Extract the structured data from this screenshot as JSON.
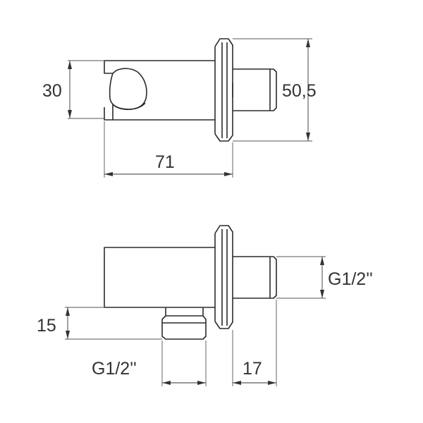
{
  "dimensions": {
    "top_height_left": "30",
    "top_height_right": "50,5",
    "top_length": "71",
    "bottom_height_left": "15",
    "bottom_thread_right": "G1/2''",
    "bottom_thread_bottom": "G1/2''",
    "bottom_depth": "17"
  },
  "colors": {
    "line": "#2b2b2b",
    "background": "#ffffff"
  }
}
